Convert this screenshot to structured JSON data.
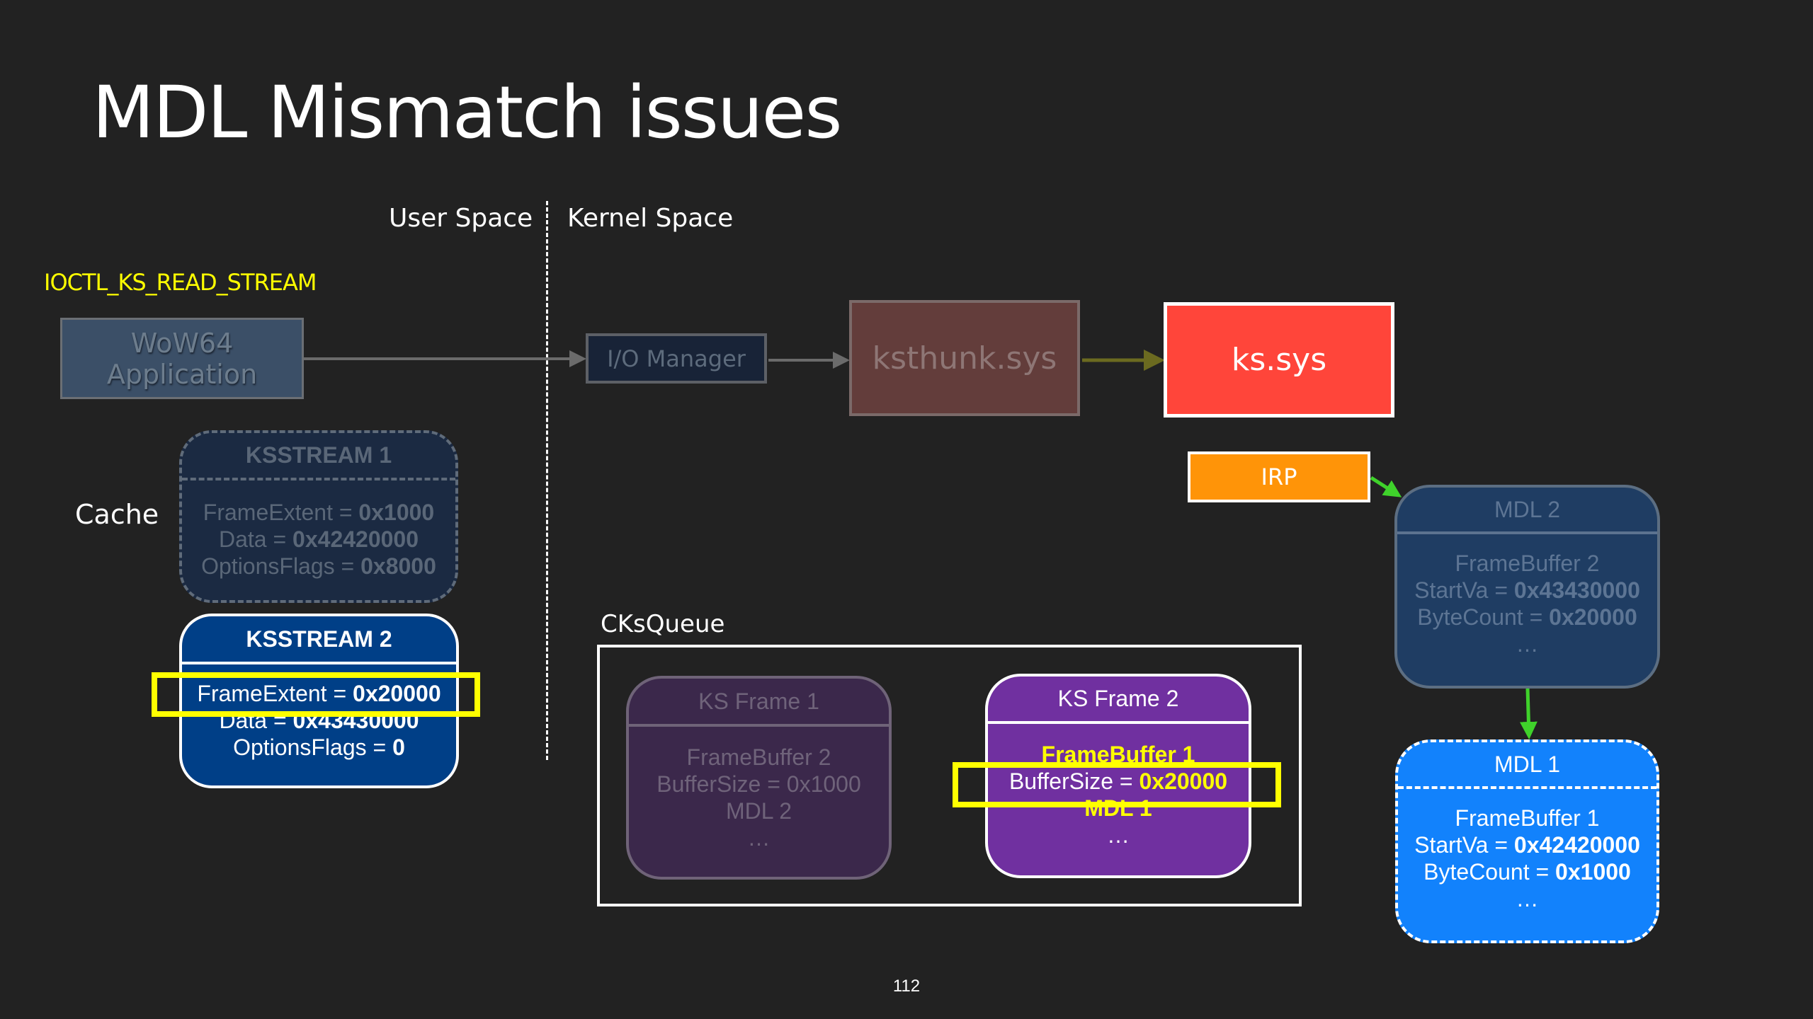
{
  "slide": {
    "title": "MDL Mismatch issues",
    "page_number": "112"
  },
  "labels": {
    "user_space": "User Space",
    "kernel_space": "Kernel Space",
    "ioctl": "IOCTL_KS_READ_STREAM",
    "cache": "Cache",
    "ckqueue": "CKsQueue"
  },
  "flow": {
    "wow64_line1": "WoW64",
    "wow64_line2": "Application",
    "io_manager": "I/O Manager",
    "ksthunk": "ksthunk.sys",
    "kssys": "ks.sys",
    "irp": "IRP"
  },
  "ksstream1": {
    "title": "KSSTREAM 1",
    "frame_extent_label": "FrameExtent = ",
    "frame_extent_value": "0x1000",
    "data_label": "Data = ",
    "data_value": "0x42420000",
    "options_label": "OptionsFlags = ",
    "options_value": "0x8000"
  },
  "ksstream2": {
    "title": "KSSTREAM 2",
    "frame_extent_label": "FrameExtent = ",
    "frame_extent_value": "0x20000",
    "data_label": "Data = ",
    "data_value": "0x43430000",
    "options_label": "OptionsFlags = ",
    "options_value": "0"
  },
  "ks_frame1": {
    "title": "KS Frame 1",
    "line1": "FrameBuffer 2",
    "line2": "BufferSize = 0x1000",
    "line3": "MDL 2",
    "line4": "…"
  },
  "ks_frame2": {
    "title": "KS Frame 2",
    "line1": "FrameBuffer 1",
    "buffer_size_label": "BufferSize = ",
    "buffer_size_value": "0x20000",
    "line3": "MDL 1",
    "line4": "…"
  },
  "mdl2": {
    "title": "MDL 2",
    "line1": "FrameBuffer 2",
    "startva_label": "StartVa = ",
    "startva_value": "0x43430000",
    "bytecount_label": "ByteCount = ",
    "bytecount_value": "0x20000",
    "line4": "…"
  },
  "mdl1": {
    "title": "MDL 1",
    "line1": "FrameBuffer 1",
    "startva_label": "StartVa = ",
    "startva_value": "0x42420000",
    "bytecount_label": "ByteCount = ",
    "bytecount_value": "0x1000",
    "line4": "…"
  },
  "colors": {
    "background": "#222222",
    "highlight": "#ffff00",
    "kssys": "#ff453a",
    "irp": "#ff9408",
    "mdl1": "#1282fc",
    "ks_frame2": "#7030a0",
    "ksstream2": "#003f87",
    "green_arrow": "#3fd22b"
  }
}
